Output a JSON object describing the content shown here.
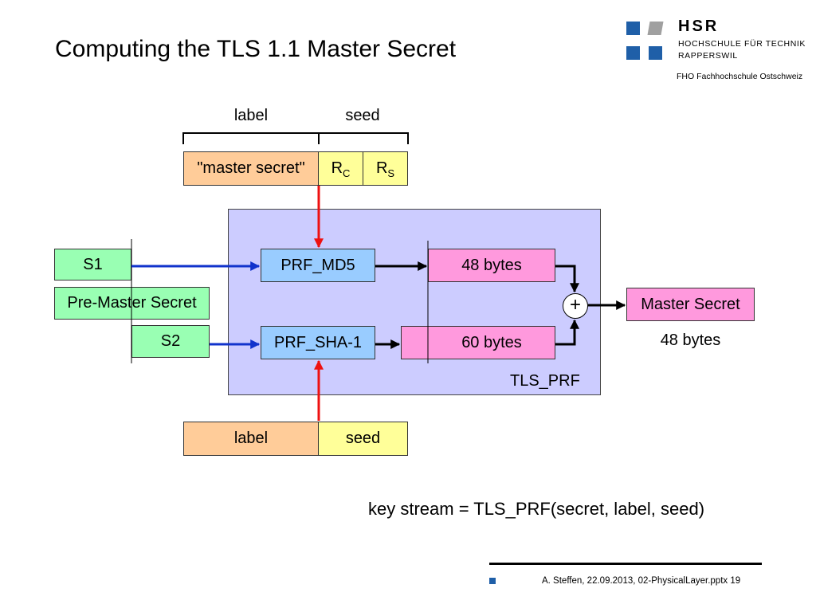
{
  "slide": {
    "title": "Computing the TLS 1.1 Master Secret"
  },
  "logo": {
    "name": "HSR",
    "line1": "HOCHSCHULE FÜR TECHNIK",
    "line2": "RAPPERSWIL",
    "line3": "FHO Fachhochschule Ostschweiz",
    "colors": {
      "blue": "#1f5fa8",
      "gray": "#a0a0a0"
    }
  },
  "diagram": {
    "top_brace_labels": {
      "label": "label",
      "seed": "seed"
    },
    "top_input": {
      "label_text": "\"master secret\"",
      "rc_main": "R",
      "rc_sub": "C",
      "rs_main": "R",
      "rs_sub": "S"
    },
    "secret_parts": {
      "s1": "S1",
      "pre_master": "Pre-Master Secret",
      "s2": "S2"
    },
    "prf": {
      "md5": "PRF_MD5",
      "sha1": "PRF_SHA-1",
      "box_label": "TLS_PRF"
    },
    "outputs": {
      "md5_bytes": "48 bytes",
      "sha1_bytes": "60 bytes",
      "plus": "+"
    },
    "result": {
      "label": "Master Secret",
      "bytes": "48 bytes"
    },
    "bottom_input": {
      "label": "label",
      "seed": "seed"
    },
    "formula": "key stream = TLS_PRF(secret, label, seed)",
    "colors": {
      "green": "#99ffb3",
      "blue_box": "#99ccff",
      "pink": "#ff99dd",
      "peach": "#ffcc99",
      "yellow": "#ffff99",
      "tls_prf_bg": "#ccccff",
      "red_arrow": "#ee1111",
      "blue_arrow": "#1133cc"
    }
  },
  "footer": {
    "text": "A. Steffen, 22.09.2013, 02-PhysicalLayer.pptx 19"
  }
}
